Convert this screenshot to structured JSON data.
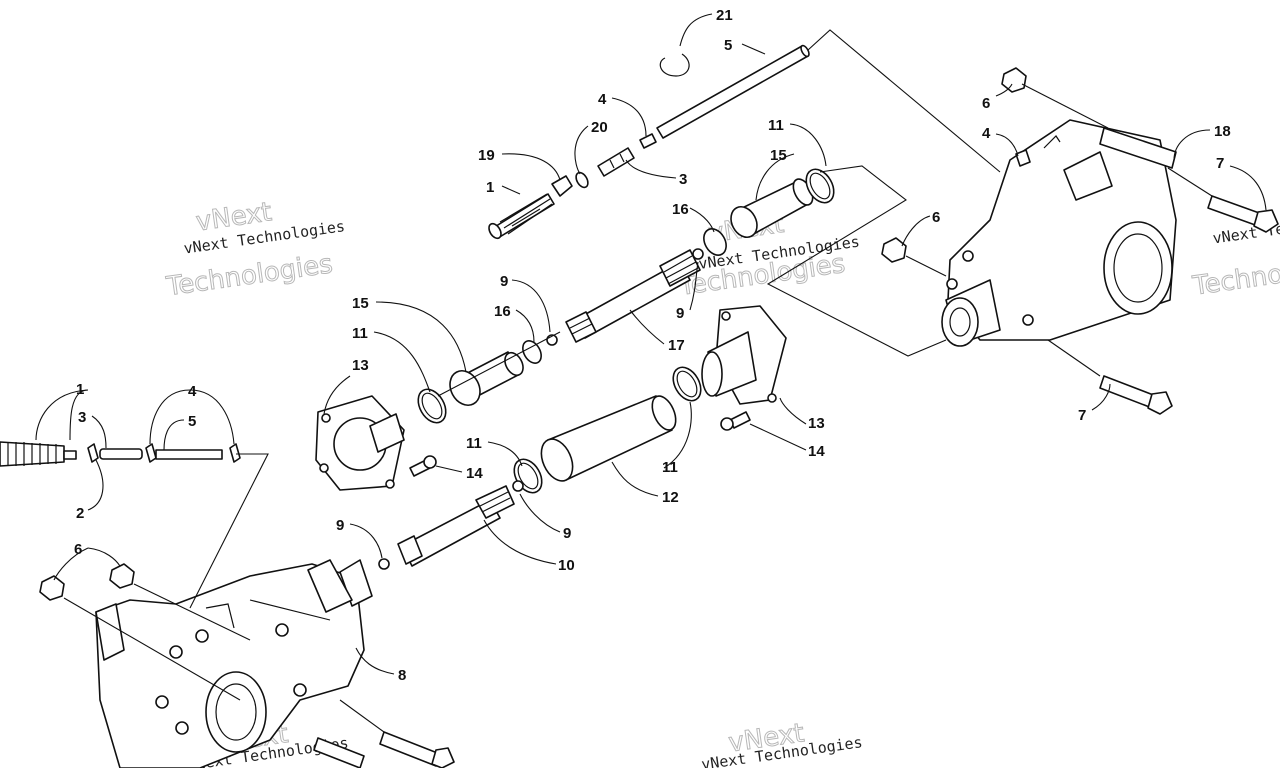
{
  "diagram": {
    "watermark": {
      "line1": "vNext Technologies",
      "outline_words": [
        "vNext",
        "Technologies"
      ]
    },
    "callouts": [
      {
        "id": "c1a",
        "label": "1"
      },
      {
        "id": "c19",
        "label": "19"
      },
      {
        "id": "c20",
        "label": "20"
      },
      {
        "id": "c4a",
        "label": "4"
      },
      {
        "id": "c21",
        "label": "21"
      },
      {
        "id": "c5a",
        "label": "5"
      },
      {
        "id": "c3a",
        "label": "3"
      },
      {
        "id": "c11a",
        "label": "11"
      },
      {
        "id": "c15a",
        "label": "15"
      },
      {
        "id": "c16a",
        "label": "16"
      },
      {
        "id": "c9a",
        "label": "9"
      },
      {
        "id": "c9b",
        "label": "9"
      },
      {
        "id": "c16b",
        "label": "16"
      },
      {
        "id": "c17",
        "label": "17"
      },
      {
        "id": "c15b",
        "label": "15"
      },
      {
        "id": "c11b",
        "label": "11"
      },
      {
        "id": "c13a",
        "label": "13"
      },
      {
        "id": "c14a",
        "label": "14"
      },
      {
        "id": "c11c",
        "label": "11"
      },
      {
        "id": "c9c",
        "label": "9"
      },
      {
        "id": "c12",
        "label": "12"
      },
      {
        "id": "c11d",
        "label": "11"
      },
      {
        "id": "c13b",
        "label": "13"
      },
      {
        "id": "c14b",
        "label": "14"
      },
      {
        "id": "c9d",
        "label": "9"
      },
      {
        "id": "c10",
        "label": "10"
      },
      {
        "id": "c8",
        "label": "8"
      },
      {
        "id": "c6a",
        "label": "6"
      },
      {
        "id": "c4b",
        "label": "4"
      },
      {
        "id": "c18",
        "label": "18"
      },
      {
        "id": "c7a",
        "label": "7"
      },
      {
        "id": "c6b",
        "label": "6"
      },
      {
        "id": "c7b",
        "label": "7"
      },
      {
        "id": "c1b",
        "label": "1"
      },
      {
        "id": "c3b",
        "label": "3"
      },
      {
        "id": "c2",
        "label": "2"
      },
      {
        "id": "c4c",
        "label": "4"
      },
      {
        "id": "c5b",
        "label": "5"
      },
      {
        "id": "c6c",
        "label": "6"
      }
    ]
  }
}
